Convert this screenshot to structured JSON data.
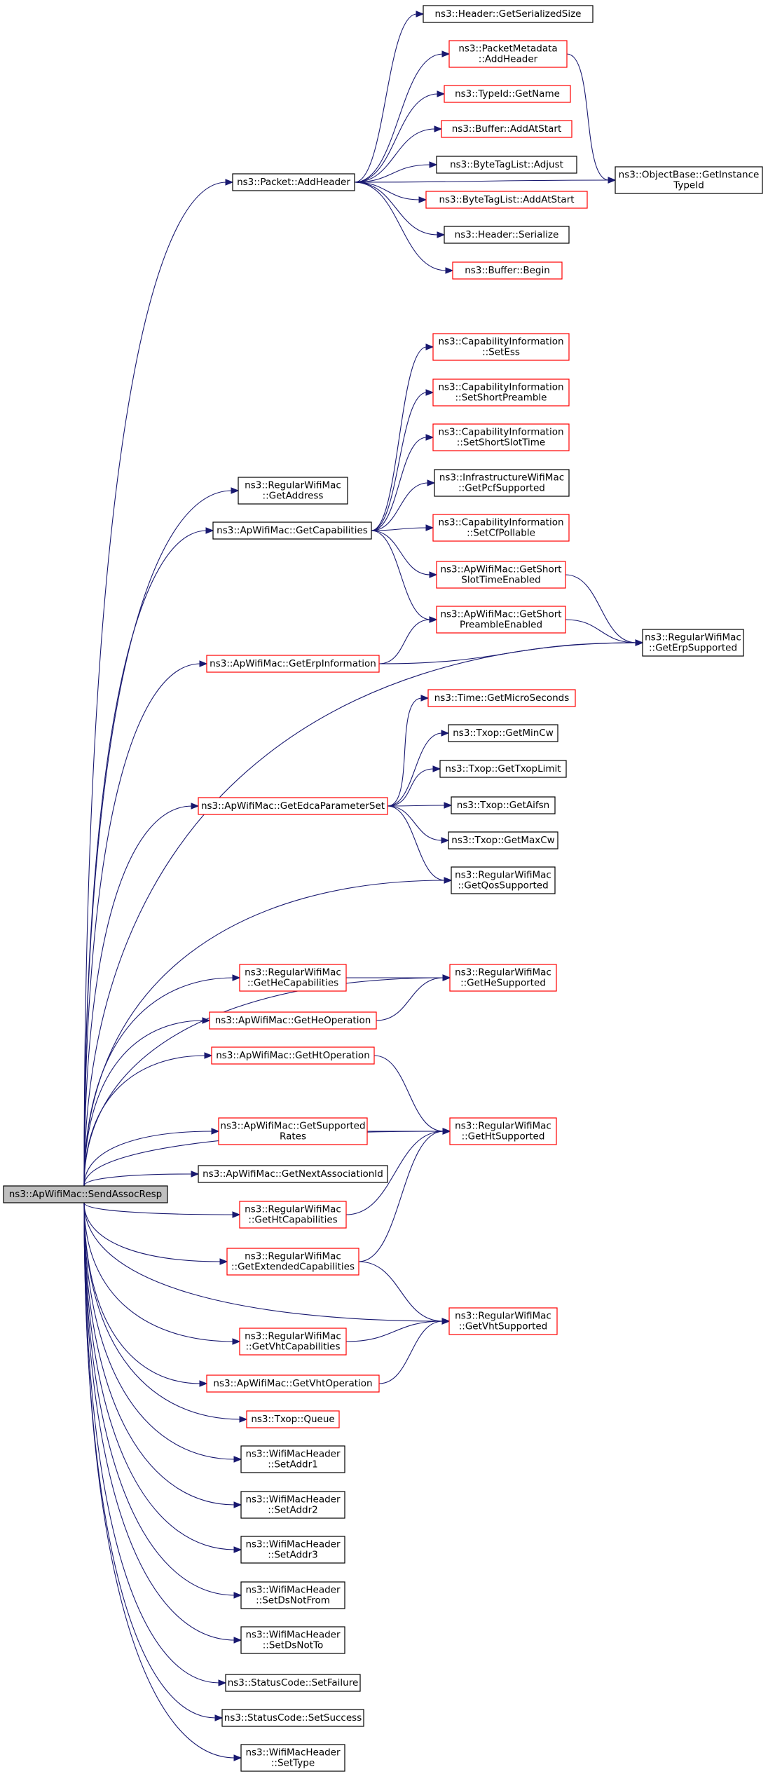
{
  "colors": {
    "edge": "#191970",
    "border_normal": "#000000",
    "border_truncated": "#ff0000",
    "fill_root": "#bfbfbf",
    "fill_node": "#ffffff"
  },
  "nodes": [
    {
      "id": "root",
      "lines": [
        "ns3::ApWifiMac::SendAssocResp"
      ],
      "style": "root"
    },
    {
      "id": "addHeader",
      "lines": [
        "ns3::Packet::AddHeader"
      ],
      "style": "normal"
    },
    {
      "id": "getSerSize",
      "lines": [
        "ns3::Header::GetSerializedSize"
      ],
      "style": "normal"
    },
    {
      "id": "pmAddHeader",
      "lines": [
        "ns3::PacketMetadata",
        "::AddHeader"
      ],
      "style": "red"
    },
    {
      "id": "typeIdGetName",
      "lines": [
        "ns3::TypeId::GetName"
      ],
      "style": "red"
    },
    {
      "id": "bufAddAtStart",
      "lines": [
        "ns3::Buffer::AddAtStart"
      ],
      "style": "red"
    },
    {
      "id": "btlAdjust",
      "lines": [
        "ns3::ByteTagList::Adjust"
      ],
      "style": "normal"
    },
    {
      "id": "btlAddAtStart",
      "lines": [
        "ns3::ByteTagList::AddAtStart"
      ],
      "style": "red"
    },
    {
      "id": "hdrSerialize",
      "lines": [
        "ns3::Header::Serialize"
      ],
      "style": "normal"
    },
    {
      "id": "bufBegin",
      "lines": [
        "ns3::Buffer::Begin"
      ],
      "style": "red"
    },
    {
      "id": "objGetInstTid",
      "lines": [
        "ns3::ObjectBase::GetInstance",
        "TypeId"
      ],
      "style": "normal"
    },
    {
      "id": "getAddress",
      "lines": [
        "ns3::RegularWifiMac",
        "::GetAddress"
      ],
      "style": "normal"
    },
    {
      "id": "getCaps",
      "lines": [
        "ns3::ApWifiMac::GetCapabilities"
      ],
      "style": "normal"
    },
    {
      "id": "ciSetEss",
      "lines": [
        "ns3::CapabilityInformation",
        "::SetEss"
      ],
      "style": "red"
    },
    {
      "id": "ciSetShortPre",
      "lines": [
        "ns3::CapabilityInformation",
        "::SetShortPreamble"
      ],
      "style": "red"
    },
    {
      "id": "ciSetShortSlot",
      "lines": [
        "ns3::CapabilityInformation",
        "::SetShortSlotTime"
      ],
      "style": "red"
    },
    {
      "id": "infraGetPcf",
      "lines": [
        "ns3::InfrastructureWifiMac",
        "::GetPcfSupported"
      ],
      "style": "normal"
    },
    {
      "id": "ciSetCfPoll",
      "lines": [
        "ns3::CapabilityInformation",
        "::SetCfPollable"
      ],
      "style": "red"
    },
    {
      "id": "getShortSlotEn",
      "lines": [
        "ns3::ApWifiMac::GetShort",
        "SlotTimeEnabled"
      ],
      "style": "red"
    },
    {
      "id": "getShortPreEn",
      "lines": [
        "ns3::ApWifiMac::GetShort",
        "PreambleEnabled"
      ],
      "style": "red"
    },
    {
      "id": "getErpInfo",
      "lines": [
        "ns3::ApWifiMac::GetErpInformation"
      ],
      "style": "red"
    },
    {
      "id": "getErpSup",
      "lines": [
        "ns3::RegularWifiMac",
        "::GetErpSupported"
      ],
      "style": "normal"
    },
    {
      "id": "getEdca",
      "lines": [
        "ns3::ApWifiMac::GetEdcaParameterSet"
      ],
      "style": "red"
    },
    {
      "id": "timeMicro",
      "lines": [
        "ns3::Time::GetMicroSeconds"
      ],
      "style": "red"
    },
    {
      "id": "txopMinCw",
      "lines": [
        "ns3::Txop::GetMinCw"
      ],
      "style": "normal"
    },
    {
      "id": "txopLimit",
      "lines": [
        "ns3::Txop::GetTxopLimit"
      ],
      "style": "normal"
    },
    {
      "id": "txopAifsn",
      "lines": [
        "ns3::Txop::GetAifsn"
      ],
      "style": "normal"
    },
    {
      "id": "txopMaxCw",
      "lines": [
        "ns3::Txop::GetMaxCw"
      ],
      "style": "normal"
    },
    {
      "id": "getQosSup",
      "lines": [
        "ns3::RegularWifiMac",
        "::GetQosSupported"
      ],
      "style": "normal"
    },
    {
      "id": "getHeCaps",
      "lines": [
        "ns3::RegularWifiMac",
        "::GetHeCapabilities"
      ],
      "style": "red"
    },
    {
      "id": "getHeSup",
      "lines": [
        "ns3::RegularWifiMac",
        "::GetHeSupported"
      ],
      "style": "red"
    },
    {
      "id": "getHeOp",
      "lines": [
        "ns3::ApWifiMac::GetHeOperation"
      ],
      "style": "red"
    },
    {
      "id": "getHtOp",
      "lines": [
        "ns3::ApWifiMac::GetHtOperation"
      ],
      "style": "red"
    },
    {
      "id": "getSupRates",
      "lines": [
        "ns3::ApWifiMac::GetSupported",
        "Rates"
      ],
      "style": "red"
    },
    {
      "id": "getHtSup",
      "lines": [
        "ns3::RegularWifiMac",
        "::GetHtSupported"
      ],
      "style": "red"
    },
    {
      "id": "getNextAid",
      "lines": [
        "ns3::ApWifiMac::GetNextAssociationId"
      ],
      "style": "normal"
    },
    {
      "id": "getHtCaps",
      "lines": [
        "ns3::RegularWifiMac",
        "::GetHtCapabilities"
      ],
      "style": "red"
    },
    {
      "id": "getExtCaps",
      "lines": [
        "ns3::RegularWifiMac",
        "::GetExtendedCapabilities"
      ],
      "style": "red"
    },
    {
      "id": "getVhtSup",
      "lines": [
        "ns3::RegularWifiMac",
        "::GetVhtSupported"
      ],
      "style": "red"
    },
    {
      "id": "getVhtCaps",
      "lines": [
        "ns3::RegularWifiMac",
        "::GetVhtCapabilities"
      ],
      "style": "red"
    },
    {
      "id": "getVhtOp",
      "lines": [
        "ns3::ApWifiMac::GetVhtOperation"
      ],
      "style": "red"
    },
    {
      "id": "txopQueue",
      "lines": [
        "ns3::Txop::Queue"
      ],
      "style": "red"
    },
    {
      "id": "setAddr1",
      "lines": [
        "ns3::WifiMacHeader",
        "::SetAddr1"
      ],
      "style": "normal"
    },
    {
      "id": "setAddr2",
      "lines": [
        "ns3::WifiMacHeader",
        "::SetAddr2"
      ],
      "style": "normal"
    },
    {
      "id": "setAddr3",
      "lines": [
        "ns3::WifiMacHeader",
        "::SetAddr3"
      ],
      "style": "normal"
    },
    {
      "id": "setDsNotFrom",
      "lines": [
        "ns3::WifiMacHeader",
        "::SetDsNotFrom"
      ],
      "style": "normal"
    },
    {
      "id": "setDsNotTo",
      "lines": [
        "ns3::WifiMacHeader",
        "::SetDsNotTo"
      ],
      "style": "normal"
    },
    {
      "id": "scSetFailure",
      "lines": [
        "ns3::StatusCode::SetFailure"
      ],
      "style": "normal"
    },
    {
      "id": "scSetSuccess",
      "lines": [
        "ns3::StatusCode::SetSuccess"
      ],
      "style": "normal"
    },
    {
      "id": "setType",
      "lines": [
        "ns3::WifiMacHeader",
        "::SetType"
      ],
      "style": "normal"
    }
  ],
  "edges": [
    [
      "root",
      "addHeader"
    ],
    [
      "root",
      "getAddress"
    ],
    [
      "root",
      "getCaps"
    ],
    [
      "root",
      "getErpInfo"
    ],
    [
      "root",
      "getEdca"
    ],
    [
      "root",
      "getQosSup"
    ],
    [
      "root",
      "getErpSup"
    ],
    [
      "root",
      "getHeSup"
    ],
    [
      "root",
      "getHeCaps"
    ],
    [
      "root",
      "getHeOp"
    ],
    [
      "root",
      "getHtOp"
    ],
    [
      "root",
      "getHtSup"
    ],
    [
      "root",
      "getSupRates"
    ],
    [
      "root",
      "getNextAid"
    ],
    [
      "root",
      "getHtCaps"
    ],
    [
      "root",
      "getExtCaps"
    ],
    [
      "root",
      "getVhtSup"
    ],
    [
      "root",
      "getVhtCaps"
    ],
    [
      "root",
      "getVhtOp"
    ],
    [
      "root",
      "txopQueue"
    ],
    [
      "root",
      "setAddr1"
    ],
    [
      "root",
      "setAddr2"
    ],
    [
      "root",
      "setAddr3"
    ],
    [
      "root",
      "setDsNotFrom"
    ],
    [
      "root",
      "setDsNotTo"
    ],
    [
      "root",
      "scSetFailure"
    ],
    [
      "root",
      "scSetSuccess"
    ],
    [
      "root",
      "setType"
    ],
    [
      "addHeader",
      "getSerSize"
    ],
    [
      "addHeader",
      "pmAddHeader"
    ],
    [
      "addHeader",
      "typeIdGetName"
    ],
    [
      "addHeader",
      "bufAddAtStart"
    ],
    [
      "addHeader",
      "btlAdjust"
    ],
    [
      "addHeader",
      "btlAddAtStart"
    ],
    [
      "addHeader",
      "hdrSerialize"
    ],
    [
      "addHeader",
      "bufBegin"
    ],
    [
      "addHeader",
      "objGetInstTid"
    ],
    [
      "pmAddHeader",
      "objGetInstTid"
    ],
    [
      "getCaps",
      "ciSetEss"
    ],
    [
      "getCaps",
      "ciSetShortPre"
    ],
    [
      "getCaps",
      "ciSetShortSlot"
    ],
    [
      "getCaps",
      "infraGetPcf"
    ],
    [
      "getCaps",
      "ciSetCfPoll"
    ],
    [
      "getCaps",
      "getShortSlotEn"
    ],
    [
      "getCaps",
      "getShortPreEn"
    ],
    [
      "getShortSlotEn",
      "getErpSup"
    ],
    [
      "getShortPreEn",
      "getErpSup"
    ],
    [
      "getErpInfo",
      "getShortPreEn"
    ],
    [
      "getErpInfo",
      "getErpSup"
    ],
    [
      "getEdca",
      "timeMicro"
    ],
    [
      "getEdca",
      "txopMinCw"
    ],
    [
      "getEdca",
      "txopLimit"
    ],
    [
      "getEdca",
      "txopAifsn"
    ],
    [
      "getEdca",
      "txopMaxCw"
    ],
    [
      "getEdca",
      "getQosSup"
    ],
    [
      "getHeCaps",
      "getHeSup"
    ],
    [
      "getHeOp",
      "getHeSup"
    ],
    [
      "getHtOp",
      "getHtSup"
    ],
    [
      "getSupRates",
      "getHtSup"
    ],
    [
      "getHtCaps",
      "getHtSup"
    ],
    [
      "getExtCaps",
      "getHtSup"
    ],
    [
      "getExtCaps",
      "getVhtSup"
    ],
    [
      "getVhtCaps",
      "getVhtSup"
    ],
    [
      "getVhtOp",
      "getVhtSup"
    ]
  ]
}
